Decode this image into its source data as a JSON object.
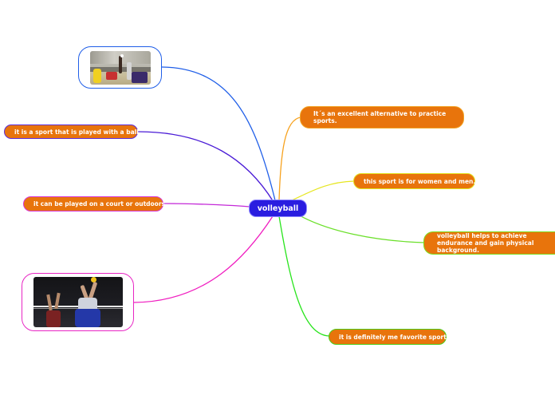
{
  "central": {
    "label": "volleyball",
    "color": "#2a1de0"
  },
  "topic_fill": "#e8740c",
  "left_topics": [
    {
      "label": "it is a sport that is played with a ball",
      "border": "#5b2cd8"
    },
    {
      "label": "it can be played on a court or outdoors",
      "border": "#d633d6"
    }
  ],
  "right_topics": [
    {
      "label": "It´s an excellent alternative to practice sports.",
      "border": "#f2a324"
    },
    {
      "label": "this sport is for women and men.",
      "border": "#e3e321"
    },
    {
      "label": "volleyball helps to achieve endurance and gain physical background.",
      "border": "#7cdc1e"
    },
    {
      "label": "it is definitely me favorite sport",
      "border": "#4ccc1a"
    }
  ],
  "image_nodes": [
    {
      "icon": "volleyball-beach-photo",
      "border": "#1f5ee8"
    },
    {
      "icon": "volleyball-spike-photo",
      "border": "#e826c4"
    }
  ],
  "link_colors": {
    "image1": "#1f5ee8",
    "topic_ball": "#4a1bd6",
    "topic_court": "#c42ad8",
    "image2": "#f01ec0",
    "alt_sport": "#f7a21e",
    "women_men": "#e6e622",
    "endurance": "#6be02a",
    "favorite": "#28e41c"
  }
}
